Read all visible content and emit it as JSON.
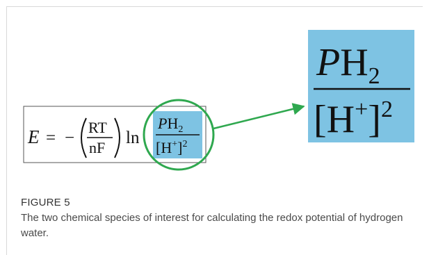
{
  "figure": {
    "label": "FIGURE 5",
    "caption": "The two chemical species of interest for calculating the redox potential of hydrogen water.",
    "colors": {
      "highlight_fill": "#7ec3e3",
      "circle_and_arrow": "#2fa84f",
      "equation_border": "#555555",
      "label_text": "#333333",
      "caption_text": "#4a4a4a"
    }
  },
  "equation": {
    "lhs": "E",
    "equals": "=",
    "minus": "−",
    "frac_num": "RT",
    "frac_den": "nF",
    "ln": "ln",
    "species_num_P": "P",
    "species_num_H": "H",
    "species_num_sub": "2",
    "species_den_open": "[H",
    "species_den_sup": "+",
    "species_den_close": "]",
    "species_den_pow": "2"
  }
}
